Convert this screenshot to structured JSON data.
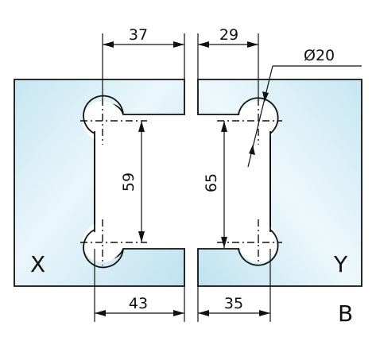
{
  "colors": {
    "glass_light": "#eaf6fb",
    "glass_dark": "#bfe2ef",
    "line": "#111111",
    "background": "#ffffff"
  },
  "labels": {
    "left_top_width": "37",
    "right_top_width": "29",
    "hole_diameter": "Ø20",
    "left_hole_spacing": "59",
    "right_hole_spacing": "65",
    "left_bottom_width": "43",
    "right_bottom_width": "35",
    "left_panel": "X",
    "right_panel": "Y",
    "variant": "B"
  }
}
